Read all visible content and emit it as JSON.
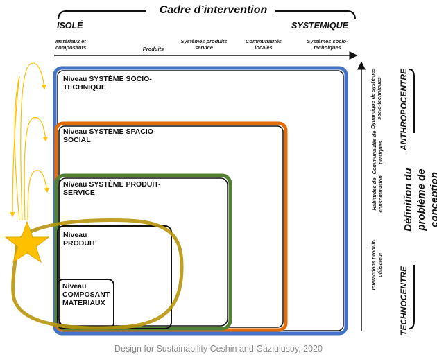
{
  "header": {
    "title": "Cadre d’intervention",
    "left_label": "ISOLÉ",
    "right_label": "SYSTEMIQUE"
  },
  "axis_items": [
    "Matériaux et composants",
    "Produits",
    "Systèmes produits service",
    "Communautés locales",
    "Systèmes socio-techniques"
  ],
  "levels": [
    {
      "label": "Niveau SYSTÈME SOCIO-TECHNIQUE",
      "color": "#4472c4"
    },
    {
      "label": "Niveau SYSTÈME SPACIO-SOCIAL",
      "color": "#e36c0a"
    },
    {
      "label": "Niveau SYSTÈME PRODUIT-SERVICE",
      "color": "#548235"
    },
    {
      "label": "Niveau PRODUIT",
      "color": "#b8860b"
    },
    {
      "label": "Niveau COMPOSANT MATERIAUX",
      "color": "#000000"
    }
  ],
  "right_axis": {
    "items": [
      "Dynamique de systèmes socio-techniques",
      "Communautés de pratiques",
      "Habitudes de consommation",
      "Interactions produit-utilisateur"
    ],
    "anthropocentre": "ANTHROPOCENTRE",
    "technocentre": "TECHNOCENTRE",
    "definition": "Définition du problème de conception"
  },
  "caption": "Design for Sustainability Ceshin and Gaziulusoy, 2020",
  "colors": {
    "star": "#ffc000",
    "arrows": "#ffc000",
    "ellipse": "#b8960c"
  },
  "icons": [
    "star-icon",
    "curved-arrow-icon"
  ]
}
